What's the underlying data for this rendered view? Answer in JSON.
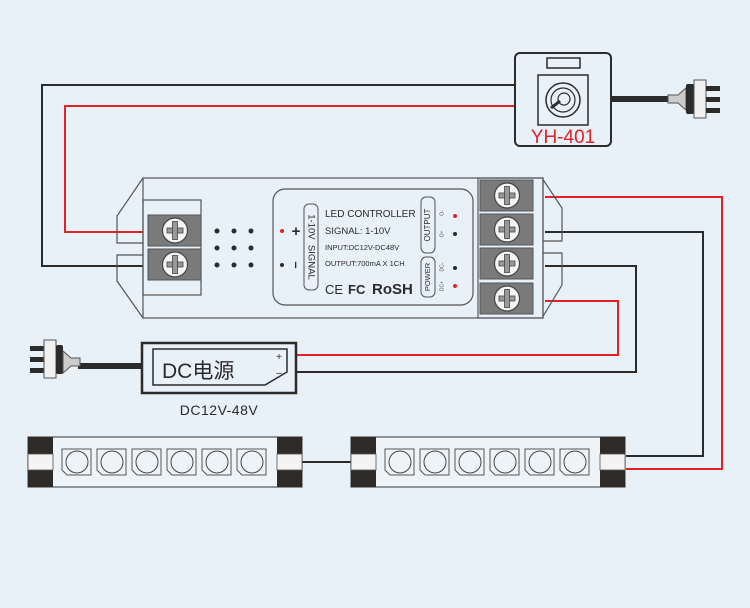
{
  "colors": {
    "background": "#e8f0f8",
    "wire_red": "#e32228",
    "wire_black": "#2b2b2b",
    "outline": "#555555",
    "terminal_block": "#7a7a7a",
    "label_red": "#e32228"
  },
  "dimmer": {
    "model": "YH-401",
    "icon": "rotary-knob-icon"
  },
  "controller": {
    "title": "LED CONTROLLER",
    "signal": "SIGNAL: 1-10V",
    "input": "INPUT:DC12V-DC48V",
    "output": "OUTPUT:700mA X 1CH",
    "certs": [
      "CE",
      "FC",
      "RoSH"
    ],
    "signal_port_label": "1-10V  SIGNAL",
    "signal_plus": "+",
    "signal_minus": "–",
    "output_label": "OUTPUT",
    "power_label": "POWER",
    "pins": [
      "O-",
      "O+",
      "DC-",
      "DC+"
    ]
  },
  "power_supply": {
    "label": "DC电源",
    "plus": "+",
    "minus": "–",
    "voltage": "DC12V-48V"
  },
  "led_strips": [
    {
      "name": "led-strip-left",
      "leds": 6
    },
    {
      "name": "led-strip-right",
      "leds": 6
    }
  ]
}
